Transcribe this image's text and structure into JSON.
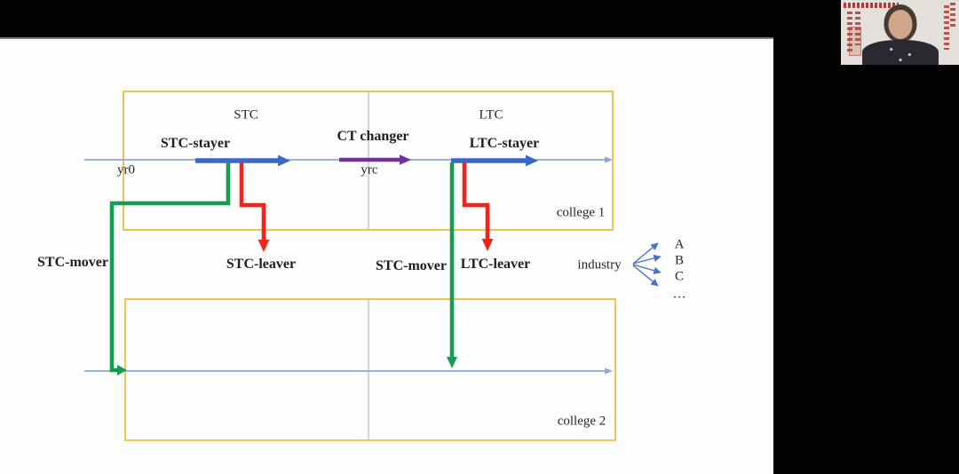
{
  "diagram": {
    "group_stc": "STC",
    "group_ltc": "LTC",
    "stc_stayer": "STC-stayer",
    "ct_changer": "CT changer",
    "ltc_stayer": "LTC-stayer",
    "yr0": "yr0",
    "yrc": "yrc",
    "college_1": "college 1",
    "college_2": "college 2",
    "stc_mover_left": "STC-mover",
    "stc_leaver": "STC-leaver",
    "stc_mover_right": "STC-mover",
    "ltc_leaver": "LTC-leaver",
    "industry": "industry",
    "industry_targets": [
      "A",
      "B",
      "C",
      "…"
    ]
  },
  "colors": {
    "box_border": "#F0C453",
    "timeline": "#88AAD6",
    "divider": "#AFC4DE",
    "stay_arrow": "#3A68C8",
    "change_arrow": "#70309F",
    "leave_arrow": "#F2221C",
    "move_arrow": "#159D52",
    "fan_arrow": "#4472C4"
  }
}
